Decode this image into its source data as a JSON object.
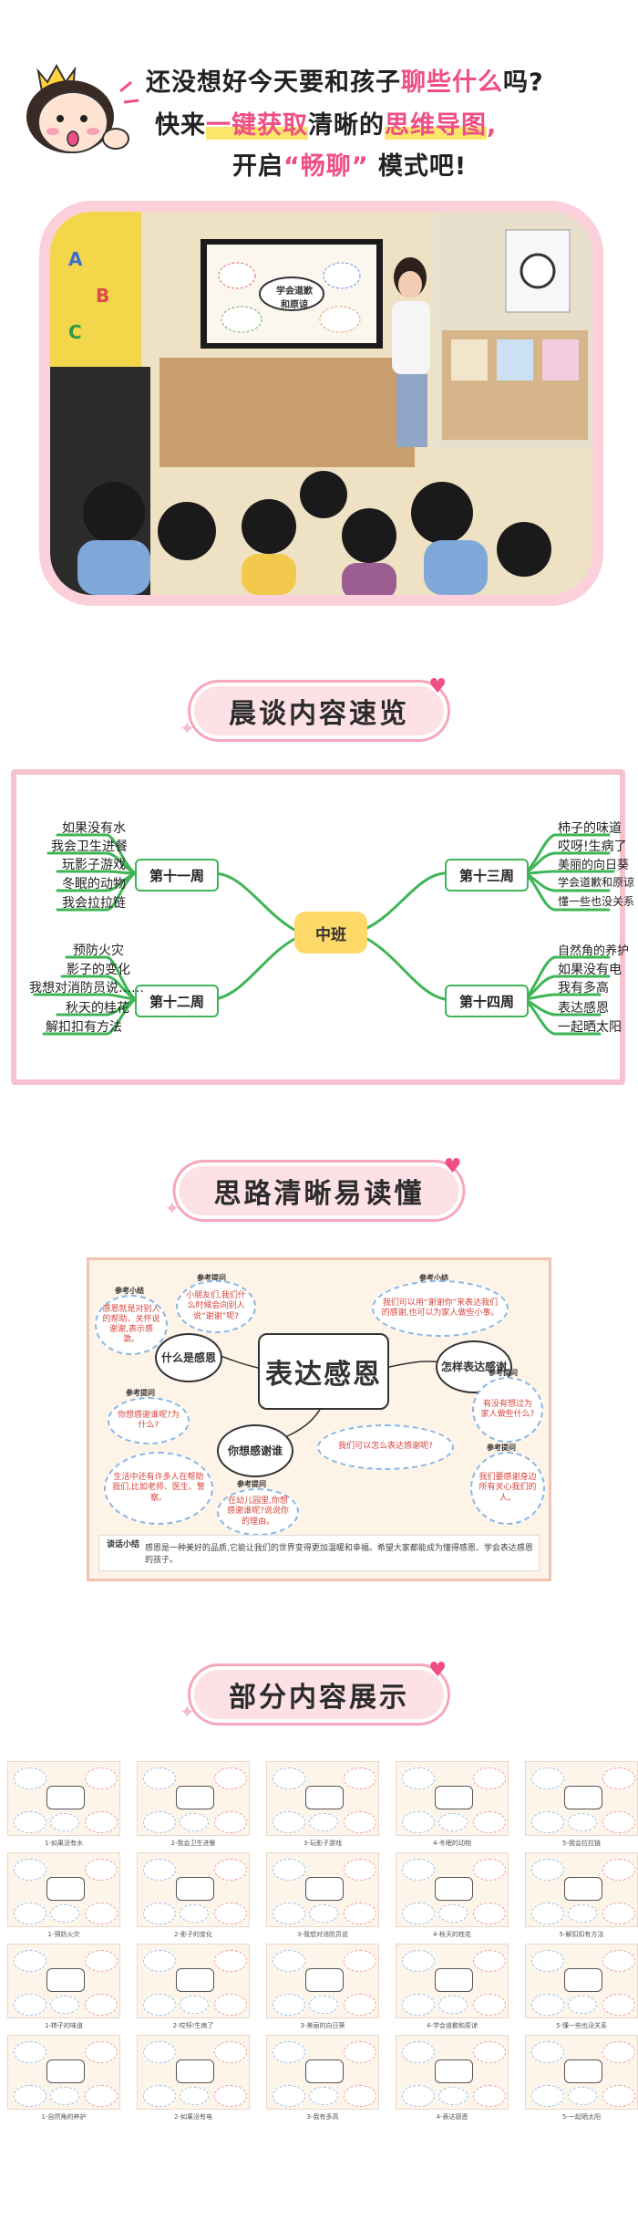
{
  "hero": {
    "line1_a": "还没想好今天要和孩子",
    "line1_b": "聊些什么",
    "line1_c": "吗?",
    "line2_a": "快来",
    "line2_b": "一键获取",
    "line2_c": "清晰的",
    "line2_d": "思维导图",
    "line2_e": ",",
    "line3_a": "开启",
    "line3_b": "“畅聊”",
    "line3_c": "模式吧!"
  },
  "photo": {
    "board_title": "学会道歉和原谅",
    "wall_letters": [
      "A",
      "B",
      "C"
    ]
  },
  "section1": {
    "title": "晨谈内容速览"
  },
  "mindmap": {
    "center": "中班",
    "weeks": [
      {
        "label": "第十一周",
        "items": [
          "如果没有水",
          "我会卫生进餐",
          "玩影子游戏",
          "冬眠的动物",
          "我会拉拉链"
        ]
      },
      {
        "label": "第十二周",
        "items": [
          "预防火灾",
          "影子的变化",
          "我想对消防员说……",
          "秋天的桂花",
          "解扣扣有方法"
        ]
      },
      {
        "label": "第十三周",
        "items": [
          "柿子的味道",
          "哎呀!生病了",
          "美丽的向日葵",
          "学会道歉和原谅",
          "懂一些也没关系"
        ]
      },
      {
        "label": "第十四周",
        "items": [
          "自然角的养护",
          "如果没有电",
          "我有多高",
          "表达感恩",
          "一起晒太阳"
        ]
      }
    ],
    "colors": {
      "branch": "#3fb556",
      "center": "#ffd86a",
      "border": "#f7c2cf"
    }
  },
  "section2": {
    "title": "思路清晰易读懂"
  },
  "poster": {
    "title_line1": "表达",
    "title_line2": "感恩",
    "node_what": "什么是感恩",
    "node_who": "你想感谢谁",
    "node_how": "怎样表达感谢",
    "tip_label": "参考小结",
    "q_label": "参考提问",
    "b1": "感恩就是对别人的帮助、关怀说谢谢,表示感激。",
    "b2": "小朋友们,我们什么时候会向别人说“谢谢”呢?",
    "b3": "我们可以用“谢谢你”来表达我们的感谢,也可以为家人做些小事。",
    "b4": "有没有想过为家人做些什么?",
    "b5": "你想感谢谁呢?为什么?",
    "b6": "我们要感谢身边所有关心我们的人。",
    "b7": "生活中还有许多人在帮助我们,比如老师、医生、警察。",
    "b8": "在幼儿园里,你想感谢谁呢?说说你的理由。",
    "b9": "我们可以怎么表达感谢呢?",
    "foot_badge": "谈话小结",
    "foot_text": "感恩是一种美好的品质,它能让我们的世界变得更加温暖和幸福。希望大家都能成为懂得感恩、学会表达感恩的孩子。"
  },
  "section3": {
    "title": "部分内容展示"
  },
  "gallery": {
    "captions": [
      "1-如果没有水",
      "2-我会卫生进餐",
      "3-玩影子游戏",
      "4-冬眠的动物",
      "5-我会拉拉链",
      "1-预防火灾",
      "2-影子的变化",
      "3-我想对消防员说",
      "4-秋天的桂花",
      "5-解扣扣有方法",
      "1-柿子的味道",
      "2-哎呀!生病了",
      "3-美丽的向日葵",
      "4-学会道歉和原谅",
      "5-懂一些也没关系",
      "1-自然角的养护",
      "2-如果没有电",
      "3-我有多高",
      "4-表达感恩",
      "5-一起晒太阳"
    ]
  }
}
